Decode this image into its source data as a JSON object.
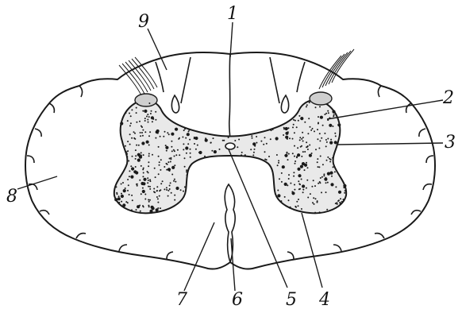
{
  "labels": {
    "l1": "1",
    "l2": "2",
    "l3": "3",
    "l4": "4",
    "l5": "5",
    "l6": "6",
    "l7": "7",
    "l8": "8",
    "l9": "9"
  },
  "colors": {
    "ink": "#1a1a1a",
    "grey_matter": "#e9e9e9",
    "background": "#ffffff"
  }
}
